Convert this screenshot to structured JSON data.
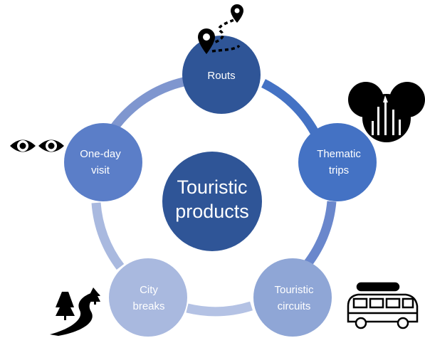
{
  "center": {
    "line1": "Touristic",
    "line2": "products"
  },
  "nodes": [
    {
      "line1": "Routs",
      "line2": "",
      "icon": "map-pin-route-icon"
    },
    {
      "line1": "Thematic",
      "line2": "trips",
      "icon": "mouse-ears-castle-icon"
    },
    {
      "line1": "Touristic",
      "line2": "circuits",
      "icon": "camper-van-icon"
    },
    {
      "line1": "City",
      "line2": "breaks",
      "icon": "road-trees-icon"
    },
    {
      "line1": "One-day",
      "line2": "visit",
      "icon": "eyes-icon"
    }
  ],
  "colors": {
    "center": "#2f5597",
    "routs": "#2f5597",
    "thematic": "#4472c4",
    "circuits": "#8fa6d6",
    "city": "#a9b9df",
    "oneday": "#5b7ec8",
    "ring_dark": "#4472c4",
    "ring_mid": "#7f96cf",
    "ring_light": "#b4c2e4"
  }
}
